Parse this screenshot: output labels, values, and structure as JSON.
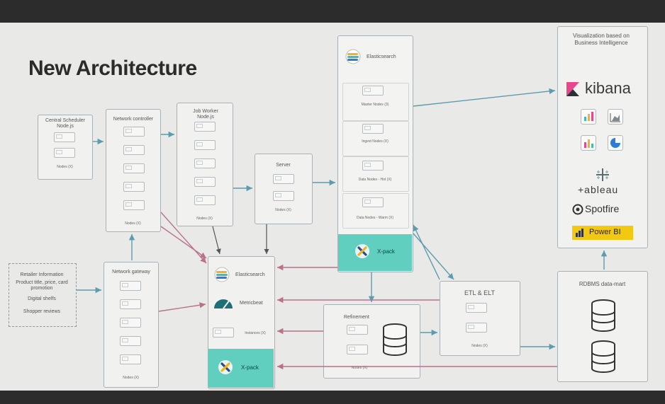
{
  "title": "New Architecture",
  "central": {
    "label": "Central Scheduler Node.js",
    "nodes": "Nodes (X)"
  },
  "network_controller": {
    "label": "Network controller",
    "nodes": "Nodes (X)"
  },
  "job_worker": {
    "label": "Job Worker Node.js",
    "nodes": "Nodes (X)"
  },
  "server": {
    "label": "Server",
    "nodes": "Nodes (X)"
  },
  "es_main": {
    "label": "Elasticsearch",
    "master": "Master Nodes (3)",
    "ingest": "Ingest Nodes (X)",
    "hot": "Data Nodes - Hot (X)",
    "warm": "Data Nodes - Warm (X)",
    "xpack": "X-pack"
  },
  "retailer": {
    "line1": "Retailer Information",
    "line2": "Product title, price, card promotion",
    "line3": "Digital shelfs",
    "line4": "Shopper reviews"
  },
  "network_gateway": {
    "label": "Network gateway",
    "nodes": "Nodes (X)"
  },
  "monitoring": {
    "es": "Elasticsearch",
    "metricbeat": "Metricbeat",
    "instances": "Instances (X)",
    "xpack": "X-pack"
  },
  "refinement": {
    "label": "Refinement",
    "nodes": "Nodes (X)"
  },
  "etl": {
    "label": "ETL & ELT",
    "nodes": "Nodes (X)"
  },
  "viz": {
    "heading": "Visualization based on Business Intelligence",
    "kibana": "kibana",
    "tableau": "+ableau",
    "spotfire": "Spotfire",
    "powerbi": "Power BI"
  },
  "rdbms": {
    "label": "RDBMS data-mart"
  },
  "colors": {
    "teal": "#60cfc0",
    "arrow_blue": "#5b9cae",
    "arrow_pink": "#b9718c"
  }
}
